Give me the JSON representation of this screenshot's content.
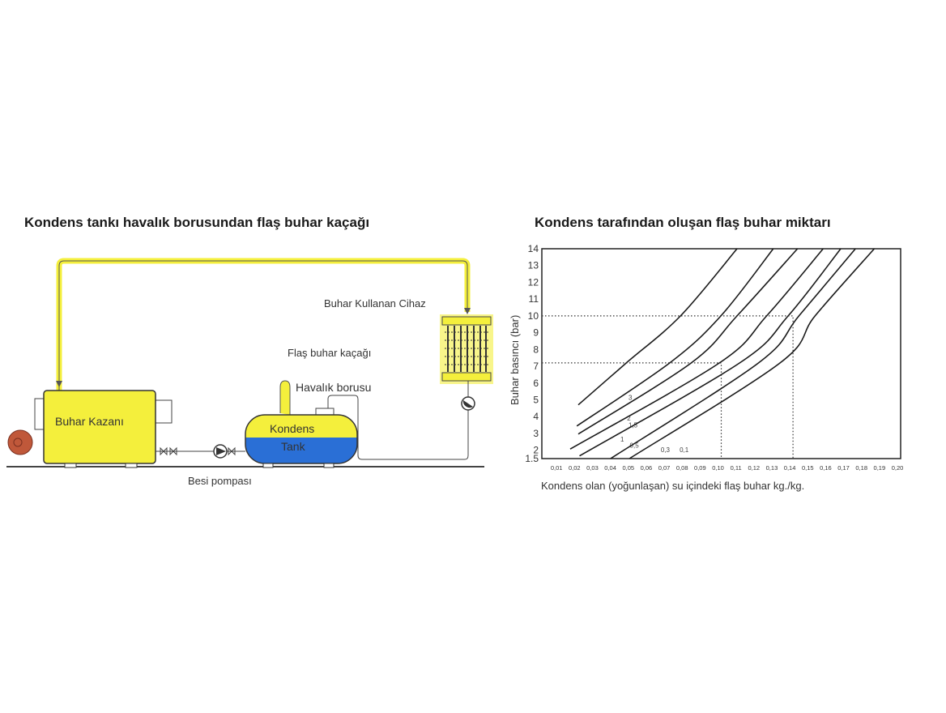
{
  "diagram": {
    "title": "Kondens tankı havalık borusundan flaş buhar kaçağı",
    "labels": {
      "boiler": "Buhar Kazanı",
      "device": "Buhar Kullanan Cihaz",
      "flash_leak": "Flaş buhar kaçağı",
      "vent_pipe": "Havalık borusu",
      "tank_top": "Kondens",
      "tank_bottom": "Tank",
      "feed_pump": "Besi pompası"
    },
    "colors": {
      "steam": "#f4ef3c",
      "water": "#2a6fd6",
      "burner": "#c0583a"
    }
  },
  "chart_data": {
    "type": "line",
    "title": "Kondens tarafından oluşan flaş buhar miktarı",
    "xlabel": "Kondens olan (yoğunlaşan) su içindeki flaş buhar kg./kg.",
    "ylabel": "Buhar basıncı (bar)",
    "xlim": [
      0,
      0.2
    ],
    "ylim": [
      1.5,
      14
    ],
    "xticks": [
      "0,01",
      "0,02",
      "0,03",
      "0,04",
      "0,05",
      "0,06",
      "0,07",
      "0,08",
      "0,09",
      "0,10",
      "0,11",
      "0,12",
      "0,13",
      "0,14",
      "0,15",
      "0,16",
      "0,17",
      "0,18",
      "0,19",
      "0,20"
    ],
    "yticks": [
      "1.5",
      "2",
      "3",
      "4",
      "5",
      "6",
      "7",
      "8",
      "9",
      "10",
      "11",
      "12",
      "13",
      "14"
    ],
    "series": [
      {
        "name": "3",
        "x": [
          0.0203,
          0.0471,
          0.0773,
          0.1088
        ],
        "y": [
          4.7,
          7.2,
          10,
          14
        ]
      },
      {
        "name": "2",
        "x": [
          0.0195,
          0.0713,
          0.0998,
          0.129
        ],
        "y": [
          3.44,
          7.2,
          10,
          14
        ]
      },
      {
        "name": "1,5",
        "x": [
          0.0203,
          0.0833,
          0.1088,
          0.1425
        ],
        "y": [
          2.96,
          7.2,
          10,
          14
        ]
      },
      {
        "name": "1",
        "x": [
          0.0158,
          0.099,
          0.1253,
          0.1568
        ],
        "y": [
          2.07,
          7.2,
          10,
          14
        ]
      },
      {
        "name": "0,5",
        "x": [
          0.021,
          0.1103,
          0.1373,
          0.1666
        ],
        "y": [
          1.66,
          7.2,
          10,
          14
        ]
      },
      {
        "name": "0,3",
        "x": [
          0.0383,
          0.1208,
          0.1433,
          0.1748
        ],
        "y": [
          1.5,
          7.2,
          10,
          14
        ]
      },
      {
        "name": "0,1",
        "x": [
          0.0488,
          0.1328,
          0.1523,
          0.1853
        ],
        "y": [
          1.5,
          7.2,
          10,
          14
        ]
      }
    ],
    "annotations": [
      {
        "type": "guide",
        "x": 0.1,
        "y": 7.2
      },
      {
        "type": "guide",
        "x": 0.14,
        "y": 10
      }
    ]
  }
}
